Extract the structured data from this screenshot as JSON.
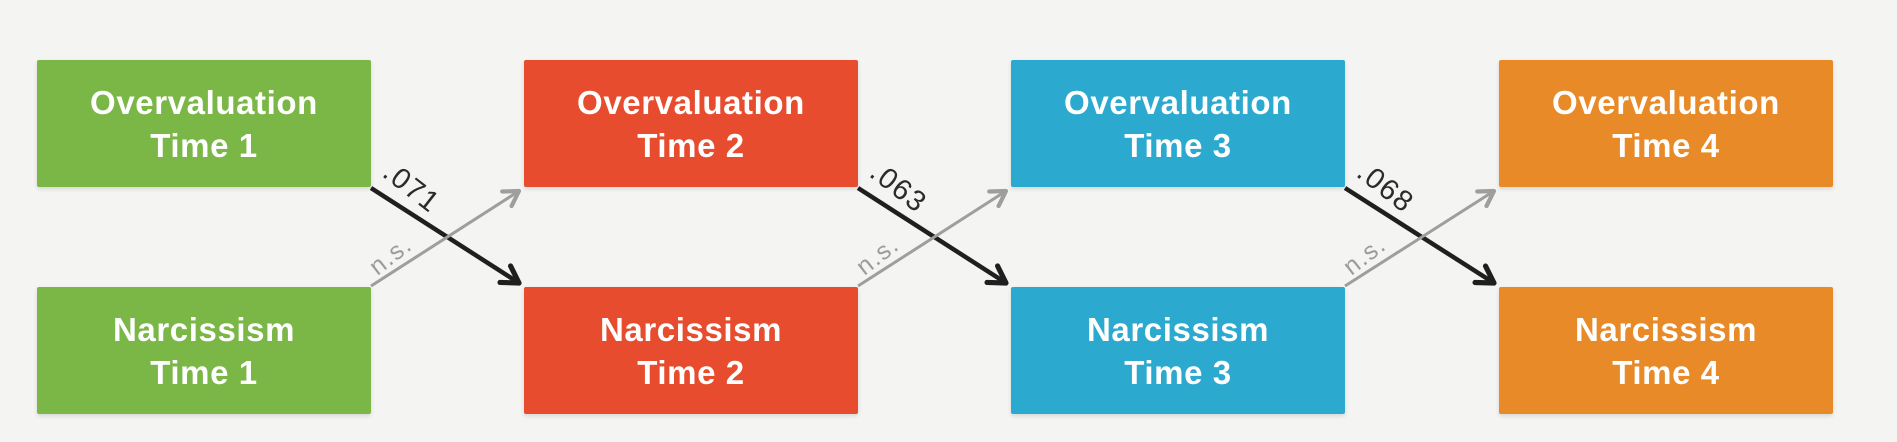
{
  "figure": {
    "description_colors": {
      "background": "#f4f4f2",
      "time1": "#7ab747",
      "time2": "#e64c2d",
      "time3": "#2ba9ce",
      "time4": "#e88a28",
      "significant_arrow": "#1f1f1f",
      "nonsignificant_arrow": "#9e9e9e",
      "value_label_text": "#2b2b2b",
      "ns_label_text": "#9c9c9c",
      "box_text": "#ffffff"
    }
  },
  "boxes": [
    {
      "name": "overvaluation-time-1",
      "line1": "Overvaluation",
      "line2": "Time 1",
      "color": "#7ab747",
      "row": 0,
      "col": 0
    },
    {
      "name": "narcissism-time-1",
      "line1": "Narcissism",
      "line2": "Time 1",
      "color": "#7ab747",
      "row": 1,
      "col": 0
    },
    {
      "name": "overvaluation-time-2",
      "line1": "Overvaluation",
      "line2": "Time 2",
      "color": "#e64c2d",
      "row": 0,
      "col": 1
    },
    {
      "name": "narcissism-time-2",
      "line1": "Narcissism",
      "line2": "Time 2",
      "color": "#e64c2d",
      "row": 1,
      "col": 1
    },
    {
      "name": "overvaluation-time-3",
      "line1": "Overvaluation",
      "line2": "Time 3",
      "color": "#2ba9ce",
      "row": 0,
      "col": 2
    },
    {
      "name": "narcissism-time-3",
      "line1": "Narcissism",
      "line2": "Time 3",
      "color": "#2ba9ce",
      "row": 1,
      "col": 2
    },
    {
      "name": "overvaluation-time-4",
      "line1": "Overvaluation",
      "line2": "Time 4",
      "color": "#e88a28",
      "row": 0,
      "col": 3
    },
    {
      "name": "narcissism-time-4",
      "line1": "Narcissism",
      "line2": "Time 4",
      "color": "#e88a28",
      "row": 1,
      "col": 3
    }
  ],
  "crossings": [
    {
      "gap": 0,
      "down_name": "arrow-overvaluation-t1-to-narcissism-t2",
      "down_label": ".071",
      "down_significant": true,
      "up_name": "arrow-narcissism-t1-to-overvaluation-t2",
      "up_label": "n.s.",
      "up_significant": false
    },
    {
      "gap": 1,
      "down_name": "arrow-overvaluation-t2-to-narcissism-t3",
      "down_label": ".063",
      "down_significant": true,
      "up_name": "arrow-narcissism-t2-to-overvaluation-t3",
      "up_label": "n.s.",
      "up_significant": false
    },
    {
      "gap": 2,
      "down_name": "arrow-overvaluation-t3-to-narcissism-t4",
      "down_label": ".068",
      "down_significant": true,
      "up_name": "arrow-narcissism-t3-to-overvaluation-t4",
      "up_label": "n.s.",
      "up_significant": false
    }
  ]
}
